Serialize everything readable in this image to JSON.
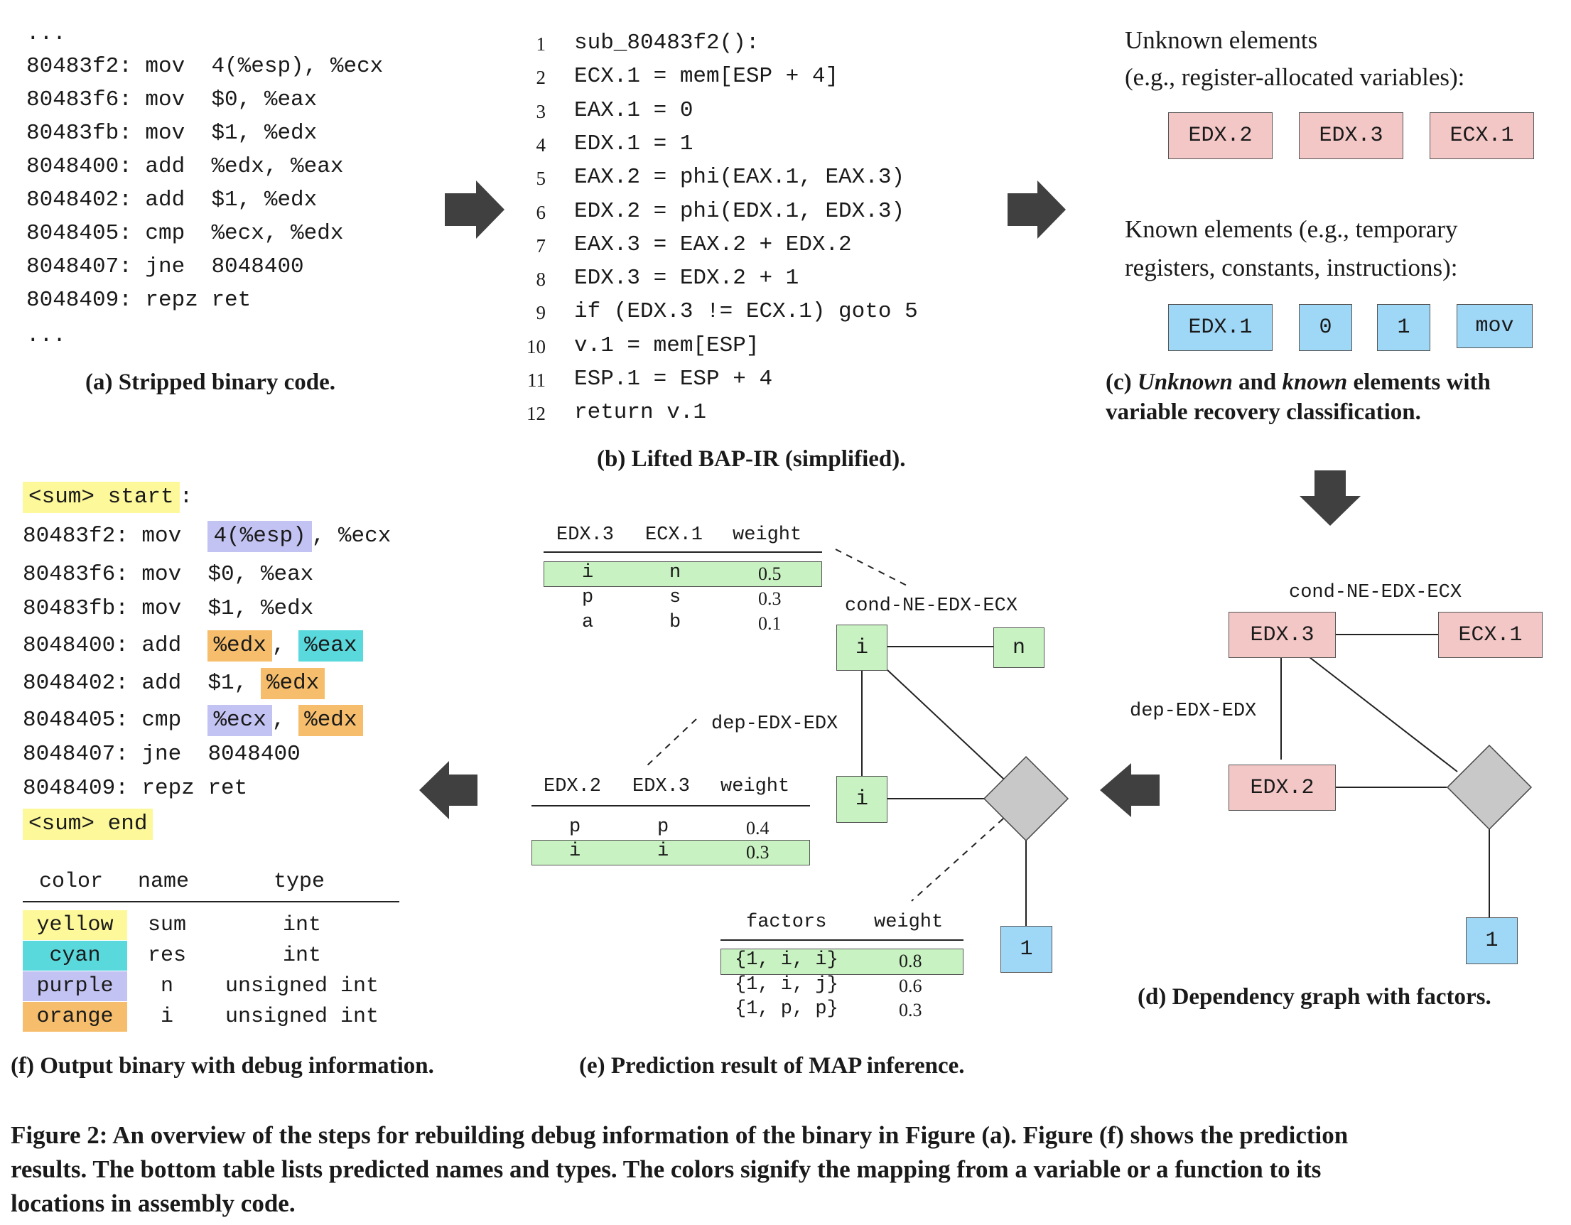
{
  "panel_a": {
    "ellipsis": "...",
    "lines": [
      "80483f2: mov  4(%esp), %ecx",
      "80483f6: mov  $0, %eax",
      "80483fb: mov  $1, %edx",
      "8048400: add  %edx, %eax",
      "8048402: add  $1, %edx",
      "8048405: cmp  %ecx, %edx",
      "8048407: jne  8048400",
      "8048409: repz ret"
    ],
    "caption": "(a) Stripped binary code."
  },
  "panel_b": {
    "lines": [
      {
        "n": "1",
        "code": "sub_80483f2():"
      },
      {
        "n": "2",
        "code": "ECX.1 = mem[ESP + 4]"
      },
      {
        "n": "3",
        "code": "EAX.1 = 0"
      },
      {
        "n": "4",
        "code": "EDX.1 = 1"
      },
      {
        "n": "5",
        "code": "EAX.2 = phi(EAX.1, EAX.3)"
      },
      {
        "n": "6",
        "code": "EDX.2 = phi(EDX.1, EDX.3)"
      },
      {
        "n": "7",
        "code": "EAX.3 = EAX.2 + EDX.2"
      },
      {
        "n": "8",
        "code": "EDX.3 = EDX.2 + 1"
      },
      {
        "n": "9",
        "code": "if (EDX.3 != ECX.1) goto 5"
      },
      {
        "n": "10",
        "code": "v.1 = mem[ESP]"
      },
      {
        "n": "11",
        "code": "ESP.1 = ESP + 4"
      },
      {
        "n": "12",
        "code": "return v.1"
      }
    ],
    "caption": "(b) Lifted BAP-IR (simplified)."
  },
  "panel_c": {
    "unknown_line1": "Unknown elements",
    "unknown_line2": "(e.g., register-allocated variables):",
    "unknown_boxes": [
      "EDX.2",
      "EDX.3",
      "ECX.1"
    ],
    "known_line1": "Known elements (e.g., temporary",
    "known_line2": "registers, constants, instructions):",
    "known_boxes": [
      "EDX.1",
      "0",
      "1",
      "mov"
    ],
    "caption_pre": "(c) ",
    "caption_em1": "Unknown",
    "caption_mid": " and ",
    "caption_em2": "known",
    "caption_post": " elements with",
    "caption_line2": "variable recovery classification."
  },
  "panel_d": {
    "factor_top": "cond-NE-EDX-ECX",
    "factor_left": "dep-EDX-EDX",
    "node_edx3": "EDX.3",
    "node_ecx1": "ECX.1",
    "node_edx2": "EDX.2",
    "node_const": "1",
    "caption": "(d) Dependency graph with factors."
  },
  "panel_e": {
    "table1": {
      "headers": [
        "EDX.3",
        "ECX.1",
        "weight"
      ],
      "rows": [
        [
          "i",
          "n",
          "0.5"
        ],
        [
          "p",
          "s",
          "0.3"
        ],
        [
          "a",
          "b",
          "0.1"
        ]
      ]
    },
    "table2": {
      "headers": [
        "EDX.2",
        "EDX.3",
        "weight"
      ],
      "rows": [
        [
          "p",
          "p",
          "0.4"
        ],
        [
          "i",
          "i",
          "0.3"
        ]
      ]
    },
    "table3": {
      "headers": [
        "factors",
        "weight"
      ],
      "rows": [
        [
          "{1, i, i}",
          "0.8"
        ],
        [
          "{1, i, j}",
          "0.6"
        ],
        [
          "{1, p, p}",
          "0.3"
        ]
      ]
    },
    "label_cond": "cond-NE-EDX-ECX",
    "label_dep": "dep-EDX-EDX",
    "node_i1": "i",
    "node_n": "n",
    "node_i2": "i",
    "node_const": "1",
    "caption": "(e) Prediction result of MAP inference."
  },
  "panel_f": {
    "start_tag": "<sum> start",
    "colon": ":",
    "end_tag": "<sum> end",
    "lines": [
      {
        "addr": "80483f2: mov  ",
        "parts": [
          {
            "t": "4(%esp)",
            "c": "purple"
          },
          {
            "t": ", %ecx",
            "c": ""
          }
        ]
      },
      {
        "addr": "80483f6: mov  ",
        "parts": [
          {
            "t": "$0, %eax",
            "c": ""
          }
        ]
      },
      {
        "addr": "80483fb: mov  ",
        "parts": [
          {
            "t": "$1, %edx",
            "c": ""
          }
        ]
      },
      {
        "addr": "8048400: add  ",
        "parts": [
          {
            "t": "%edx",
            "c": "orange"
          },
          {
            "t": ", ",
            "c": ""
          },
          {
            "t": "%eax",
            "c": "cyan"
          }
        ]
      },
      {
        "addr": "8048402: add  ",
        "parts": [
          {
            "t": "$1, ",
            "c": ""
          },
          {
            "t": "%edx",
            "c": "orange"
          }
        ]
      },
      {
        "addr": "8048405: cmp  ",
        "parts": [
          {
            "t": "%ecx",
            "c": "purple"
          },
          {
            "t": ", ",
            "c": ""
          },
          {
            "t": "%edx",
            "c": "orange"
          }
        ]
      },
      {
        "addr": "8048407: jne  ",
        "parts": [
          {
            "t": "8048400",
            "c": ""
          }
        ]
      },
      {
        "addr": "8048409: repz ",
        "parts": [
          {
            "t": "ret",
            "c": ""
          }
        ]
      }
    ],
    "table": {
      "headers": [
        "color",
        "name",
        "type"
      ],
      "rows": [
        {
          "color": "yellow",
          "name": "sum",
          "type": "int"
        },
        {
          "color": "cyan",
          "name": "res",
          "type": "int"
        },
        {
          "color": "purple",
          "name": "n",
          "type": "unsigned int"
        },
        {
          "color": "orange",
          "name": "i",
          "type": "unsigned int"
        }
      ]
    },
    "caption": "(f) Output binary with debug information."
  },
  "figure_caption": {
    "line1": "Figure 2: An overview of the steps for rebuilding debug information of the binary in Figure (a). Figure (f) shows the prediction",
    "line2": "results. The bottom table lists predicted names and types. The colors signify the mapping from a variable or a function to its",
    "line3": "locations in assembly code."
  },
  "colors": {
    "pink": "#f4c7c7",
    "blue": "#9fd7f7",
    "green": "#c9f2c2",
    "yellow": "#fdf89a",
    "cyan": "#5ad9dd",
    "purple": "#c3c3f3",
    "orange": "#f6be6c",
    "arrow": "#404040",
    "factor": "#c8c8c8"
  }
}
